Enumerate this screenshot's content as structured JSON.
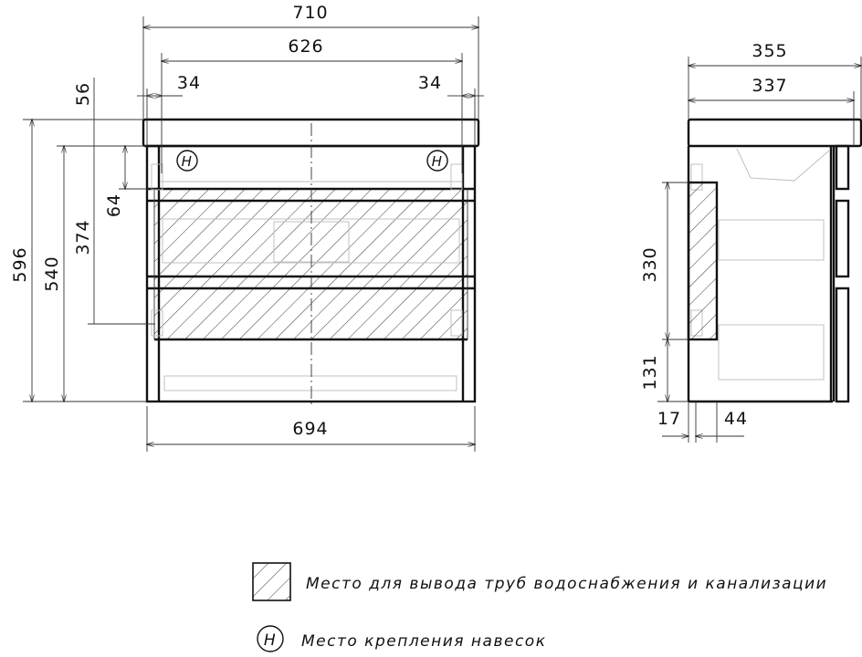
{
  "front_view": {
    "dimensions": {
      "overall_width": "710",
      "inner_width": "626",
      "left_offset": "34",
      "right_offset": "34",
      "top_thickness": "56",
      "overall_height": "596",
      "body_height": "540",
      "mount_height": "374",
      "top_zone": "64",
      "body_width": "694"
    },
    "hanger_marks": [
      "H",
      "H"
    ]
  },
  "side_view": {
    "dimensions": {
      "overall_depth": "355",
      "body_depth": "337",
      "zone_height": "330",
      "bottom_offset": "131",
      "wall_gap": "17",
      "zone_depth": "44"
    }
  },
  "legend": {
    "pipes_label": "Место для вывода труб водоснабжения и канализации",
    "hanger_symbol": "H",
    "hanger_label": "Место крепления навесок"
  }
}
